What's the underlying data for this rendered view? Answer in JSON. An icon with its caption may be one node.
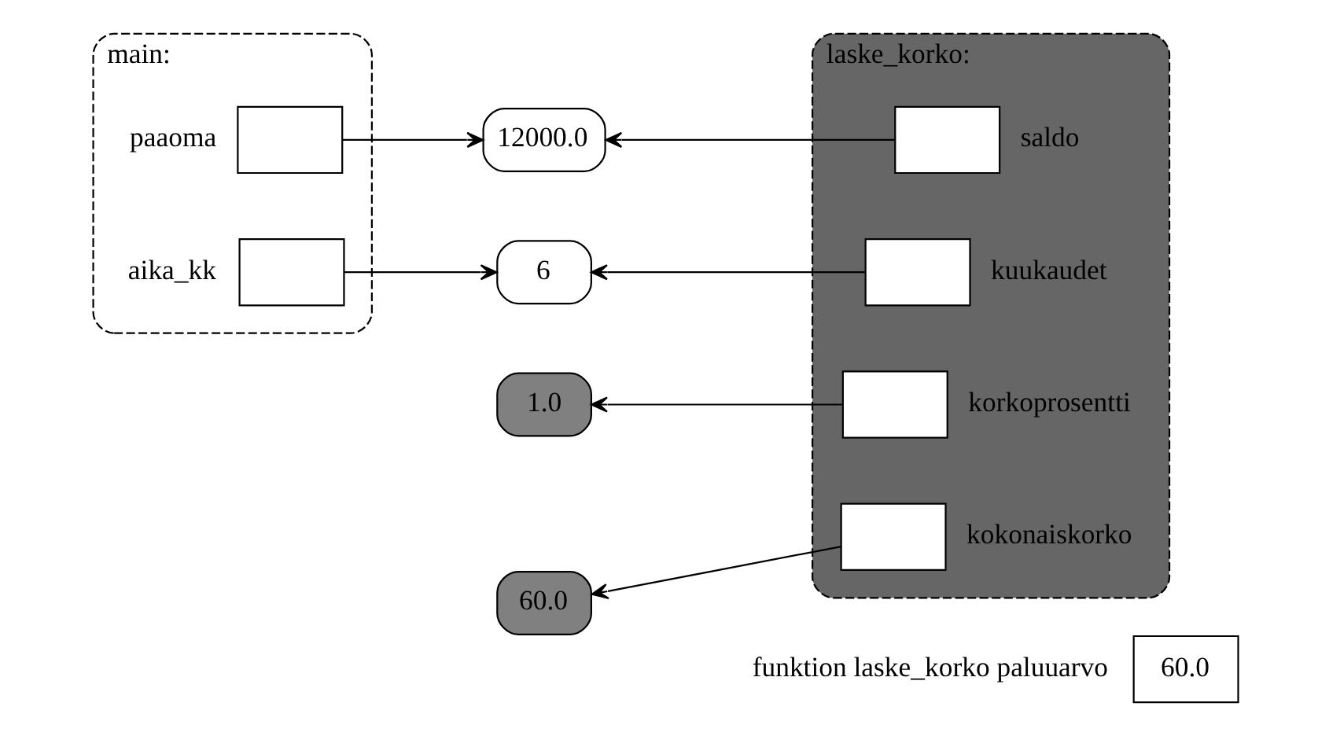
{
  "diagram": {
    "nodes": [
      {
        "text": [
          "main:"
        ]
      },
      {
        "text": [],
        "shape": "box",
        "in": 0,
        "beside": [
          "paaoma"
        ]
      },
      {
        "text": [],
        "shape": "box",
        "in": 0,
        "beside": [
          "aika_kk"
        ]
      },
      {
        "text": [
          "12000.0"
        ]
      },
      {
        "text": [
          "6"
        ]
      },
      {
        "text": [
          "1.0"
        ]
      },
      {
        "text": [
          "60.0"
        ]
      },
      {
        "text": [
          "laske_korko:"
        ]
      },
      {
        "text": [],
        "shape": "box",
        "in": 7,
        "beside": [
          "saldo"
        ]
      },
      {
        "text": [],
        "shape": "box",
        "in": 7,
        "beside": [
          "kuukaudet"
        ]
      },
      {
        "text": [],
        "shape": "box",
        "in": 7,
        "beside": [
          "korkoprosentti"
        ]
      },
      {
        "text": [],
        "shape": "box",
        "in": 7,
        "beside": [
          "kokonaiskorko"
        ]
      },
      {
        "text": [
          "60.0"
        ],
        "beside": [
          "funktion laske_korko paluuarvo"
        ]
      }
    ],
    "edges": [
      {
        "from": 1,
        "to": 3,
        "arrow": "to"
      },
      {
        "from": 2,
        "to": 4,
        "arrow": "to"
      },
      {
        "from": 8,
        "to": 3,
        "arrow": "to"
      },
      {
        "from": 9,
        "to": 4,
        "arrow": "to"
      },
      {
        "from": 10,
        "to": 5,
        "arrow": "to"
      },
      {
        "from": 11,
        "to": 6,
        "arrow": "to"
      }
    ]
  }
}
